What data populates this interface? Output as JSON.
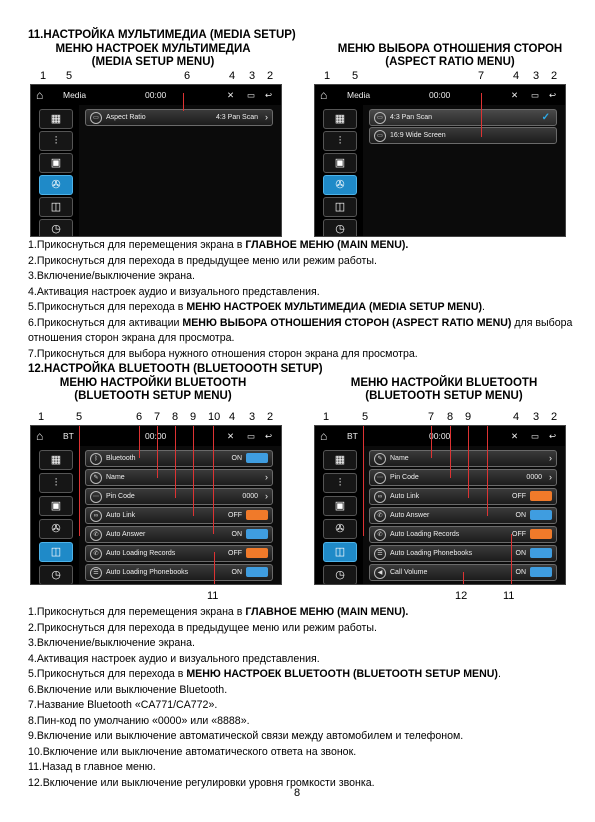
{
  "s11": {
    "title": "11.НАСТРОЙКА МУЛЬТИМЕДИА (MEDIA SETUP)",
    "left_sub1": "МЕНЮ НАСТРОЕК МУЛЬТИМЕДИА",
    "left_sub2": "(MEDIA SETUP MENU)",
    "right_sub1": "МЕНЮ ВЫБОРА ОТНОШЕНИЯ СТОРОН",
    "right_sub2": "(ASPECT RATIO MENU)",
    "callouts_left": [
      "1",
      "5",
      "6",
      "4",
      "3",
      "2"
    ],
    "callouts_right": [
      "1",
      "5",
      "7",
      "4",
      "3",
      "2"
    ],
    "screen_left": {
      "title": "Media",
      "time": "00:00",
      "rows": [
        {
          "label": "Aspect Ratio",
          "value": "4:3 Pan Scan"
        }
      ]
    },
    "screen_right": {
      "title": "Media",
      "time": "00:00",
      "rows": [
        {
          "label": "4:3 Pan Scan"
        },
        {
          "label": "16:9 Wide Screen"
        }
      ]
    },
    "items": [
      "1.Прикоснуться для перемещения экрана в ",
      "ГЛАВНОЕ МЕНЮ (MAIN MENU).",
      "2.Прикоснуться для перехода в предыдущее меню или режим работы.",
      "3.Включение/выключение экрана.",
      "4.Активация настроек аудио и визуального представления.",
      "5.Прикоснуться для перехода в ",
      "МЕНЮ НАСТРОЕК МУЛЬТИМЕДИА (MEDIA SETUP MENU)",
      ".",
      "6.Прикоснуться для активации ",
      "МЕНЮ ВЫБОРА ОТНОШЕНИЯ СТОРОН (ASPECT RATIO MENU)",
      " для выбора отношения сторон экрана для просмотра.",
      "7.Прикоснуться для выбора нужного отношения сторон экрана для просмотра."
    ]
  },
  "s12": {
    "title": "12.НАСТРОЙКА BLUETOOTH (BLUETOOOTH SETUP)",
    "left_sub1": "МЕНЮ НАСТРОЙКИ BLUETOOTH",
    "left_sub2": "(BLUETOOTH SETUP MENU)",
    "right_sub1": "МЕНЮ НАСТРОЙКИ BLUETOOTH",
    "right_sub2": "(BLUETOOTH SETUP MENU)",
    "callouts_left": [
      "1",
      "5",
      "6",
      "7",
      "8",
      "9",
      "10",
      "4",
      "3",
      "2"
    ],
    "callouts_right": [
      "1",
      "5",
      "7",
      "8",
      "9",
      "4",
      "3",
      "2"
    ],
    "bottom_left": "11",
    "bottom_right": [
      "12",
      "11"
    ],
    "screen_left": {
      "title": "BT",
      "time": "00:00",
      "rows": [
        {
          "label": "Bluetooth",
          "value": "ON"
        },
        {
          "label": "Name",
          "value": ""
        },
        {
          "label": "Pin Code",
          "value": "0000"
        },
        {
          "label": "Auto Link",
          "value": "OFF"
        },
        {
          "label": "Auto Answer",
          "value": "ON"
        },
        {
          "label": "Auto Loading Records",
          "value": "OFF"
        },
        {
          "label": "Auto Loading Phonebooks",
          "value": "ON"
        }
      ]
    },
    "screen_right": {
      "title": "BT",
      "time": "00:00",
      "rows": [
        {
          "label": "Name",
          "value": ""
        },
        {
          "label": "Pin Code",
          "value": "0000"
        },
        {
          "label": "Auto Link",
          "value": "OFF"
        },
        {
          "label": "Auto Answer",
          "value": "ON"
        },
        {
          "label": "Auto Loading Records",
          "value": "OFF"
        },
        {
          "label": "Auto Loading Phonebooks",
          "value": "ON"
        },
        {
          "label": "Call Volume",
          "value": "ON"
        }
      ]
    },
    "items": [
      "1.Прикоснуться для перемещения экрана в ",
      "ГЛАВНОЕ МЕНЮ (MAIN MENU).",
      "2.Прикоснуться для перехода в предыдущее меню или режим работы.",
      "3.Включение/выключение экрана.",
      "4.Активация настроек аудио и визуального представления.",
      "5.Прикоснуться для перехода в ",
      "МЕНЮ НАСТРОЕК BLUETOOTH (BLUETOOTH SETUP MENU)",
      ".",
      "6.Включение или выключение Bluetooth.",
      "7.Название Bluetooth «CA771/CA772».",
      "8.Пин-код по умолчанию «0000» или «8888».",
      "9.Включение или выключение автоматической связи между автомобилем и телефоном.",
      "10.Включение или выключение автоматического ответа на звонок.",
      "11.Назад в главное меню.",
      "12.Включение или выключение регулировки уровня громкости звонка."
    ]
  },
  "page_number": "8",
  "colors": {
    "active_tab": "#1f8ac8",
    "toggle_on": "#3f9de0",
    "toggle_off": "#f07a2a",
    "lead_line": "#dd3333"
  }
}
